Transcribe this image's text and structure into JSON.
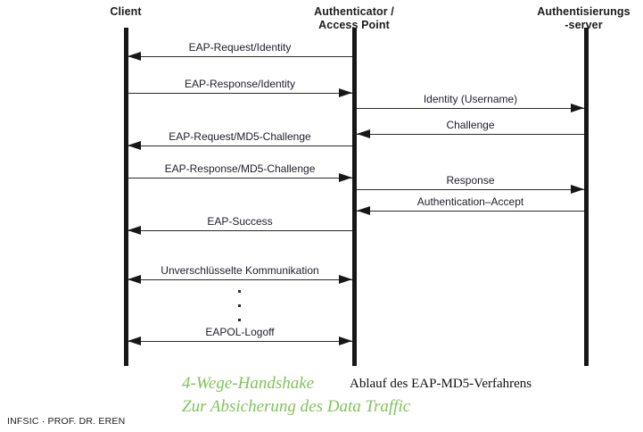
{
  "diagram": {
    "title_caption": "Ablauf des EAP-MD5-Verfahrens",
    "actors": [
      {
        "id": "client",
        "label_line1": "Client",
        "label_line2": ""
      },
      {
        "id": "authenticator",
        "label_line1": "Authenticator /",
        "label_line2": "Access Point"
      },
      {
        "id": "auth_server",
        "label_line1": "Authentisierungs",
        "label_line2": "-server"
      }
    ],
    "messages": [
      {
        "label": "EAP-Request/Identity",
        "from": "authenticator",
        "to": "client",
        "direction": "left"
      },
      {
        "label": "EAP-Response/Identity",
        "from": "client",
        "to": "authenticator",
        "direction": "right"
      },
      {
        "label": "Identity (Username)",
        "from": "authenticator",
        "to": "auth_server",
        "direction": "right"
      },
      {
        "label": "Challenge",
        "from": "auth_server",
        "to": "authenticator",
        "direction": "left"
      },
      {
        "label": "EAP-Request/MD5-Challenge",
        "from": "authenticator",
        "to": "client",
        "direction": "left"
      },
      {
        "label": "EAP-Response/MD5-Challenge",
        "from": "client",
        "to": "authenticator",
        "direction": "right"
      },
      {
        "label": "Response",
        "from": "authenticator",
        "to": "auth_server",
        "direction": "right"
      },
      {
        "label": "Authentication–Accept",
        "from": "auth_server",
        "to": "authenticator",
        "direction": "left"
      },
      {
        "label": "EAP-Success",
        "from": "authenticator",
        "to": "client",
        "direction": "left"
      },
      {
        "label": "Unverschlüsselte Kommunikation",
        "from": "client",
        "to": "authenticator",
        "direction": "both"
      },
      {
        "label": "EAPOL-Logoff",
        "from": "client",
        "to": "authenticator",
        "direction": "both"
      }
    ],
    "ellipsis": "···"
  },
  "captions": {
    "green_line1": "4-Wege-Handshake",
    "green_line2": "Zur Absicherung des Data Traffic",
    "black": "Ablauf des EAP-MD5-Verfahrens"
  },
  "footer": {
    "text": "INFSIC · PROF. DR. EREN"
  },
  "colors": {
    "green": "#80c45c",
    "ink": "#171717",
    "background": "#ffffff"
  }
}
